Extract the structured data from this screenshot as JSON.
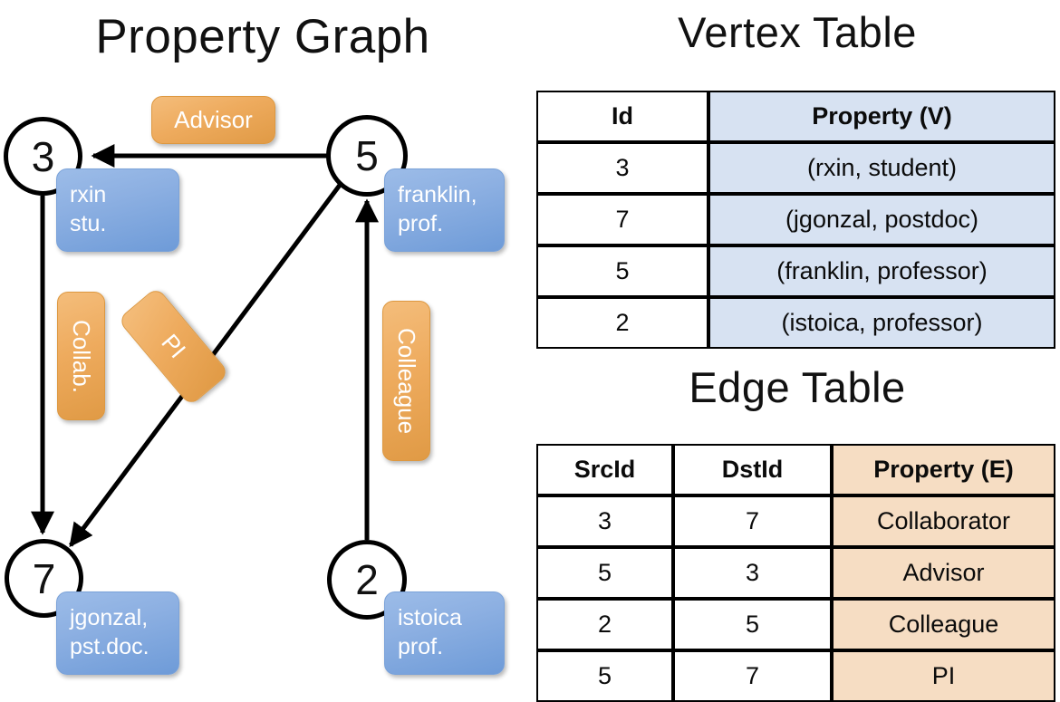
{
  "titles": {
    "property_graph": "Property Graph",
    "vertex_table": "Vertex Table",
    "edge_table": "Edge Table"
  },
  "colors": {
    "vertex_accent": "#d7e2f2",
    "edge_accent": "#f6ddc3",
    "vertex_box": "#8db0e2",
    "edge_box": "#eeab5e",
    "stroke": "#000000",
    "background": "#ffffff"
  },
  "graph": {
    "nodes": [
      {
        "id": "3",
        "label": "3",
        "property_lines": [
          "rxin",
          "stu."
        ]
      },
      {
        "id": "5",
        "label": "5",
        "property_lines": [
          "franklin,",
          "prof."
        ]
      },
      {
        "id": "7",
        "label": "7",
        "property_lines": [
          "jgonzal,",
          "pst.doc."
        ]
      },
      {
        "id": "2",
        "label": "2",
        "property_lines": [
          "istoica",
          "prof."
        ]
      }
    ],
    "edge_labels": [
      {
        "name": "advisor",
        "text": "Advisor",
        "orientation": "horizontal"
      },
      {
        "name": "collab",
        "text": "Collab.",
        "orientation": "vertical"
      },
      {
        "name": "pi",
        "text": "PI",
        "orientation": "vertical-rotated"
      },
      {
        "name": "colleague",
        "text": "Colleague",
        "orientation": "vertical"
      }
    ],
    "edges": [
      {
        "from": "5",
        "to": "3",
        "label": "Advisor"
      },
      {
        "from": "3",
        "to": "7",
        "label": "Collab."
      },
      {
        "from": "5",
        "to": "7",
        "label": "PI"
      },
      {
        "from": "2",
        "to": "5",
        "label": "Colleague"
      }
    ]
  },
  "vertex_table": {
    "headers": [
      "Id",
      "Property (V)"
    ],
    "rows": [
      {
        "id": "3",
        "property": "(rxin, student)"
      },
      {
        "id": "7",
        "property": "(jgonzal, postdoc)"
      },
      {
        "id": "5",
        "property": "(franklin, professor)"
      },
      {
        "id": "2",
        "property": "(istoica, professor)"
      }
    ]
  },
  "edge_table": {
    "headers": [
      "SrcId",
      "DstId",
      "Property (E)"
    ],
    "rows": [
      {
        "src": "3",
        "dst": "7",
        "property": "Collaborator"
      },
      {
        "src": "5",
        "dst": "3",
        "property": "Advisor"
      },
      {
        "src": "2",
        "dst": "5",
        "property": "Colleague"
      },
      {
        "src": "5",
        "dst": "7",
        "property": "PI"
      }
    ]
  }
}
